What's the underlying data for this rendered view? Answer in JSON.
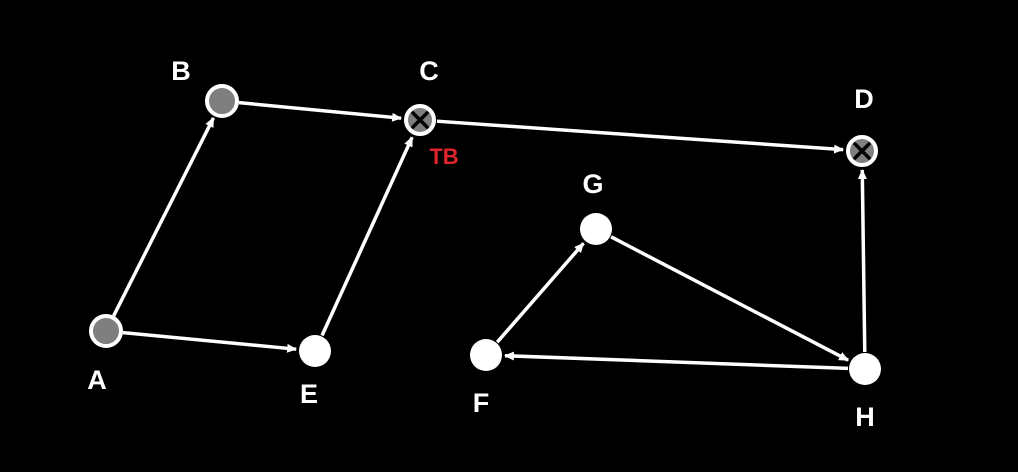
{
  "colors": {
    "background": "#000000",
    "edge": "#ffffff",
    "node_white": "#ffffff",
    "node_gray": "#7f7f7f",
    "node_border": "#ffffff",
    "cross_mark": "#000000",
    "tag_red": "#e0242b"
  },
  "nodes": [
    {
      "id": "A",
      "label": "A",
      "style": "gray"
    },
    {
      "id": "B",
      "label": "B",
      "style": "gray"
    },
    {
      "id": "C",
      "label": "C",
      "style": "crossed",
      "tag": "TB"
    },
    {
      "id": "D",
      "label": "D",
      "style": "crossed"
    },
    {
      "id": "E",
      "label": "E",
      "style": "white"
    },
    {
      "id": "F",
      "label": "F",
      "style": "white"
    },
    {
      "id": "G",
      "label": "G",
      "style": "white"
    },
    {
      "id": "H",
      "label": "H",
      "style": "white"
    }
  ],
  "edges": [
    {
      "from": "A",
      "to": "B"
    },
    {
      "from": "A",
      "to": "E"
    },
    {
      "from": "B",
      "to": "C"
    },
    {
      "from": "E",
      "to": "C"
    },
    {
      "from": "C",
      "to": "D"
    },
    {
      "from": "F",
      "to": "G"
    },
    {
      "from": "G",
      "to": "H"
    },
    {
      "from": "H",
      "to": "F"
    },
    {
      "from": "H",
      "to": "D"
    }
  ]
}
